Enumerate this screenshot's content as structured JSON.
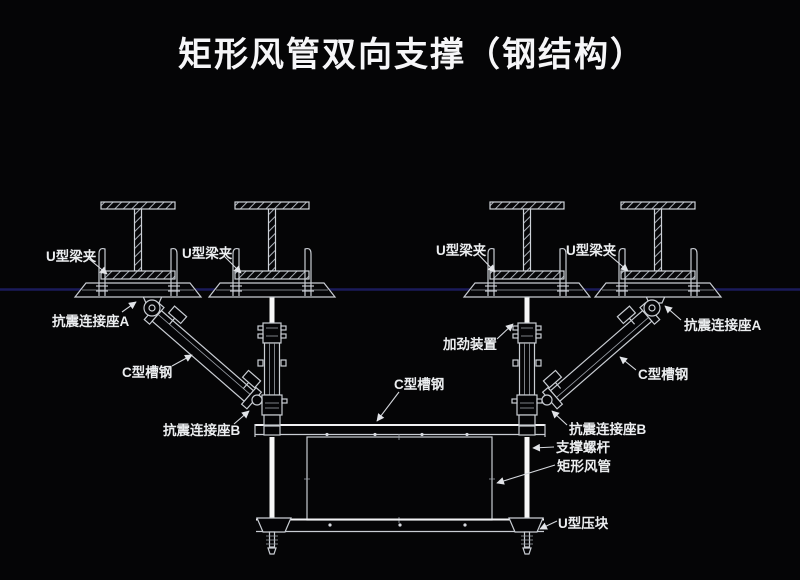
{
  "title": "矩形风管双向支撑（钢结构）",
  "colors": {
    "background": "#050506",
    "line": "#c9cdd3",
    "bright_line": "#f2f2f4",
    "ceiling_line": "#1b1b5a",
    "text": "#eceef0"
  },
  "annotations": [
    {
      "id": "u-beam-clamp-1",
      "text": "U型梁夹"
    },
    {
      "id": "u-beam-clamp-2",
      "text": "U型梁夹"
    },
    {
      "id": "u-beam-clamp-3",
      "text": "U型梁夹"
    },
    {
      "id": "u-beam-clamp-4",
      "text": "U型梁夹"
    },
    {
      "id": "seismic-seat-a-left",
      "text": "抗震连接座A"
    },
    {
      "id": "seismic-seat-a-right",
      "text": "抗震连接座A"
    },
    {
      "id": "c-channel-left",
      "text": "C型槽钢"
    },
    {
      "id": "c-channel-center",
      "text": "C型槽钢"
    },
    {
      "id": "c-channel-right",
      "text": "C型槽钢"
    },
    {
      "id": "stiffening-device",
      "text": "加劲装置"
    },
    {
      "id": "seismic-seat-b-left",
      "text": "抗震连接座B"
    },
    {
      "id": "seismic-seat-b-right",
      "text": "抗震连接座B"
    },
    {
      "id": "support-screw-rod",
      "text": "支撑螺杆"
    },
    {
      "id": "rectangular-duct",
      "text": "矩形风管"
    },
    {
      "id": "u-pressure-block",
      "text": "U型压块"
    }
  ]
}
